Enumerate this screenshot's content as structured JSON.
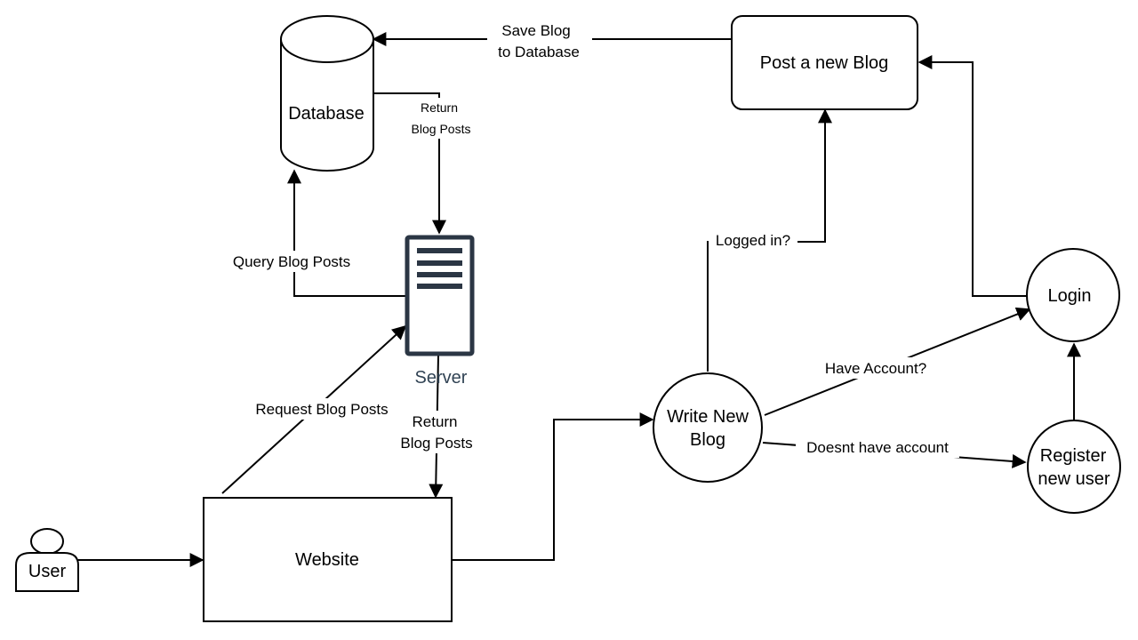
{
  "nodes": {
    "database": "Database",
    "server": "Server",
    "website": "Website",
    "user": "User",
    "post_blog": "Post a new Blog",
    "write_blog": [
      "Write New",
      "Blog"
    ],
    "login": "Login",
    "register": [
      "Register",
      "new user"
    ]
  },
  "edges": {
    "save_blog": [
      "Save Blog",
      "to Database"
    ],
    "return_db": [
      "Return",
      "Blog Posts"
    ],
    "query": "Query Blog Posts",
    "request": "Request Blog Posts",
    "return_server": [
      "Return",
      "Blog Posts"
    ],
    "logged_in": "Logged in?",
    "have_account": "Have Account?",
    "no_account": "Doesnt have account"
  },
  "colors": {
    "stroke": "#000000",
    "server_icon": "#2b3644",
    "server_label": "#314354"
  }
}
